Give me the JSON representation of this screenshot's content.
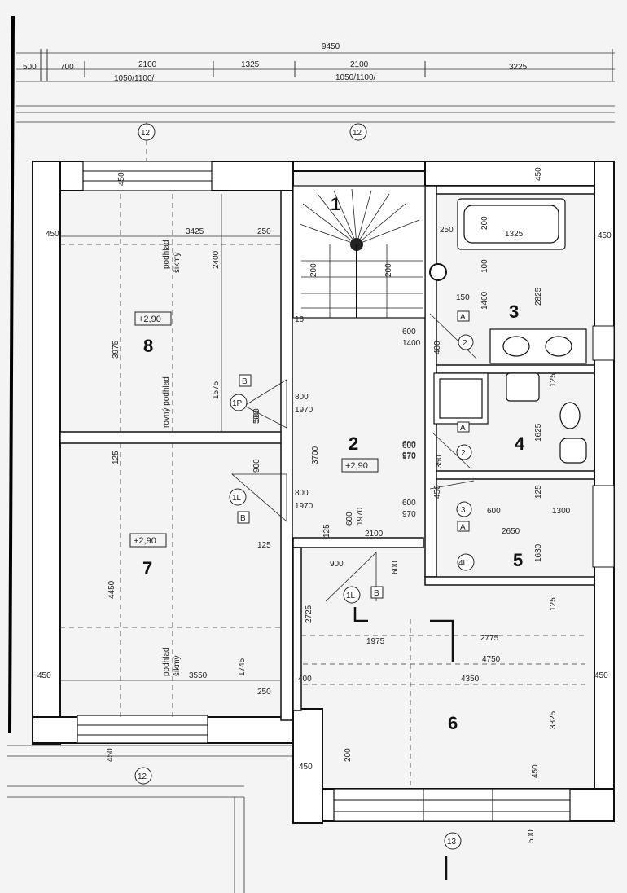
{
  "top_dims": {
    "total": "9450",
    "segments": [
      "500",
      "700",
      "2100",
      "1325",
      "2100",
      "3225"
    ],
    "sub1": "1050/1100/",
    "sub2": "1050/1100/"
  },
  "rooms": [
    {
      "num": "1"
    },
    {
      "num": "2",
      "level": "+2,90"
    },
    {
      "num": "3"
    },
    {
      "num": "4"
    },
    {
      "num": "5"
    },
    {
      "num": "6"
    },
    {
      "num": "7",
      "level": "+2,90"
    },
    {
      "num": "8",
      "level": "+2,90"
    }
  ],
  "grid_markers": [
    "12",
    "12",
    "12",
    "13"
  ],
  "ceiling_labels": {
    "podhlad": "podhlad",
    "sikmy": "šikmý",
    "rovny": "rovný podhlad"
  },
  "door_tags": [
    "1P",
    "1L",
    "1L",
    "2",
    "2",
    "3",
    "4L",
    "B",
    "B",
    "B",
    "A",
    "A",
    "A"
  ],
  "dims": {
    "room8": [
      "3425",
      "250",
      "2400",
      "3975",
      "1575",
      "450",
      "450",
      "500"
    ],
    "room7": [
      "4450",
      "3550",
      "1745",
      "250",
      "125",
      "450",
      "450"
    ],
    "hall": [
      "800",
      "1970",
      "800",
      "1970",
      "3700",
      "600",
      "1970",
      "900",
      "500",
      "125",
      "2100",
      "125",
      "600",
      "970",
      "600",
      "970",
      "900",
      "600"
    ],
    "stairs": [
      "16",
      "200",
      "200"
    ],
    "bath3": [
      "250",
      "200",
      "100",
      "2825",
      "150",
      "1400",
      "600",
      "1400",
      "450",
      "1325",
      "400"
    ],
    "room4": [
      "125",
      "1625",
      "600",
      "970",
      "350"
    ],
    "room5": [
      "600",
      "1300",
      "2650",
      "125",
      "1630",
      "450"
    ],
    "room6": [
      "2725",
      "1975",
      "2775",
      "4750",
      "4350",
      "400",
      "3325",
      "450",
      "450",
      "200",
      "125",
      "500",
      "450",
      "450"
    ]
  }
}
